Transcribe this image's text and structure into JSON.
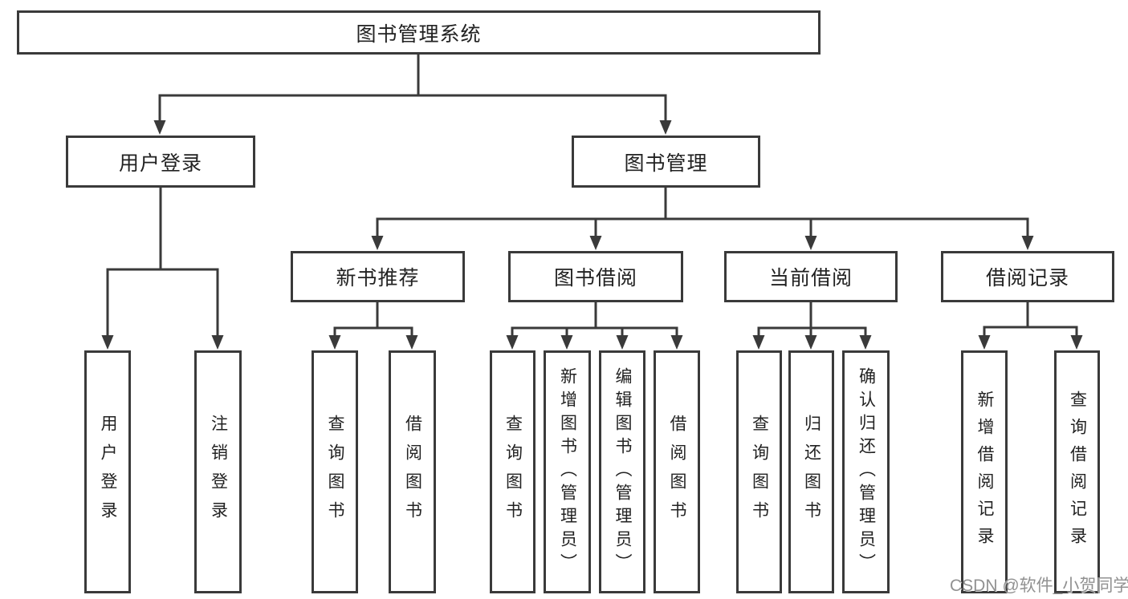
{
  "diagram_type": "hierarchy-tree",
  "tree": {
    "label": "图书管理系统",
    "children": [
      {
        "label": "用户登录",
        "children": [
          {
            "label": "用户登录"
          },
          {
            "label": "注销登录"
          }
        ]
      },
      {
        "label": "图书管理",
        "children": [
          {
            "label": "新书推荐",
            "children": [
              {
                "label": "查询图书"
              },
              {
                "label": "借阅图书"
              }
            ]
          },
          {
            "label": "图书借阅",
            "children": [
              {
                "label": "查询图书"
              },
              {
                "label": "新增图书（管理员）"
              },
              {
                "label": "编辑图书（管理员）"
              },
              {
                "label": "借阅图书"
              }
            ]
          },
          {
            "label": "当前借阅",
            "children": [
              {
                "label": "查询图书"
              },
              {
                "label": "归还图书"
              },
              {
                "label": "确认归还（管理员）"
              }
            ]
          },
          {
            "label": "借阅记录",
            "children": [
              {
                "label": "新增借阅记录"
              },
              {
                "label": "查询借阅记录"
              }
            ]
          }
        ]
      }
    ]
  },
  "watermark": {
    "text": "CSDN @软件_小贺同学"
  },
  "colors": {
    "background": "#ffffff",
    "box_border": "#3a3a3a",
    "box_fill": "#ffffff",
    "connector_line": "#3a3a3a",
    "text": "#222222",
    "watermark_text": "#919191"
  }
}
